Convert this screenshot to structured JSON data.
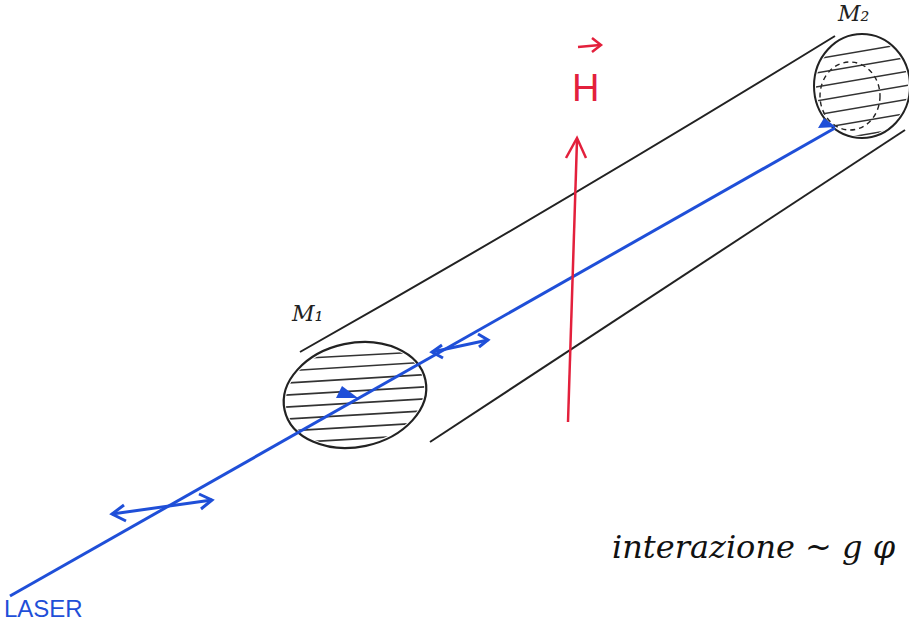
{
  "diagram": {
    "labels": [
      "M₁",
      "M₂",
      "H",
      "LASER",
      "interazione ~ g φ"
    ]
  }
}
